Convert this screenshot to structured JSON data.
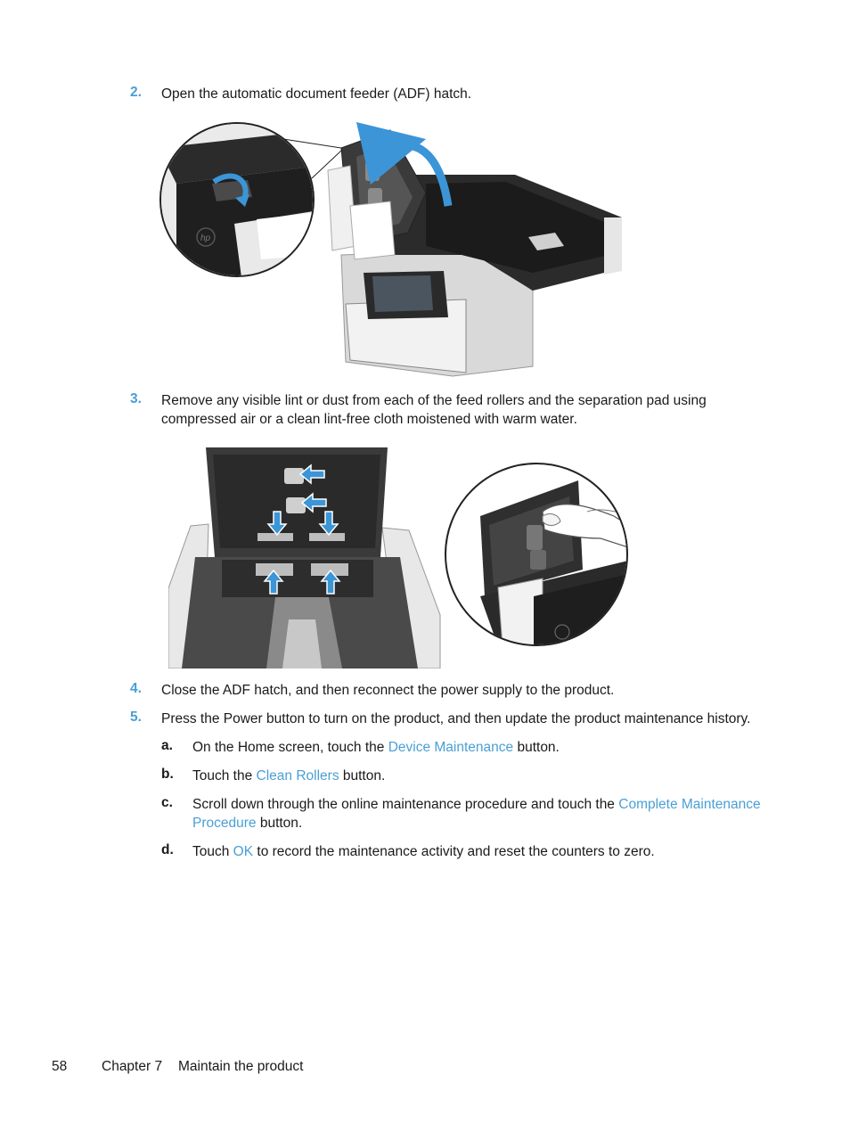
{
  "steps": [
    {
      "num": "2.",
      "text": "Open the automatic document feeder (ADF) hatch."
    },
    {
      "num": "3.",
      "text_line1": "Remove any visible lint or dust from each of the feed rollers and the separation pad using",
      "text_line2": "compressed air or a clean lint-free cloth moistened with warm water."
    },
    {
      "num": "4.",
      "text": "Close the ADF hatch, and then reconnect the power supply to the product."
    },
    {
      "num": "5.",
      "text": "Press the Power button to turn on the product, and then update the product maintenance history."
    }
  ],
  "substeps": [
    {
      "letter": "a.",
      "pre": "On the Home screen, touch the ",
      "link": "Device Maintenance",
      "post": " button."
    },
    {
      "letter": "b.",
      "pre": "Touch the ",
      "link": "Clean Rollers",
      "post": " button."
    },
    {
      "letter": "c.",
      "pre": "Scroll down through the online maintenance procedure and touch the ",
      "link": "Complete Maintenance",
      "link2": "Procedure",
      "post": " button."
    },
    {
      "letter": "d.",
      "pre": "Touch ",
      "link": "OK",
      "post": " to record the maintenance activity and reset the counters to zero."
    }
  ],
  "figure": {
    "logo_text": "hp"
  },
  "footer": {
    "page_number": "58",
    "chapter": "Chapter 7",
    "chapter_title": "Maintain the product"
  },
  "colors": {
    "accent": "#4a9fd5",
    "arrow": "#3c95d6",
    "text": "#1a1a1a"
  }
}
